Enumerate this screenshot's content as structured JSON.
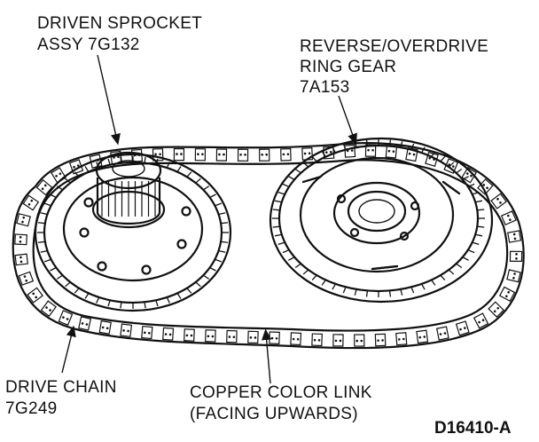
{
  "labels": {
    "driven_sprocket_line1": "DRIVEN SPROCKET",
    "driven_sprocket_line2": "ASSY 7G132",
    "ring_gear_line1": "REVERSE/OVERDRIVE",
    "ring_gear_line2": "RING GEAR",
    "ring_gear_line3": "7A153",
    "drive_chain_line1": "DRIVE CHAIN",
    "drive_chain_line2": "7G249",
    "copper_link_line1": "COPPER COLOR LINK",
    "copper_link_line2": "(FACING UPWARDS)",
    "figure_code": "D16410-A"
  }
}
